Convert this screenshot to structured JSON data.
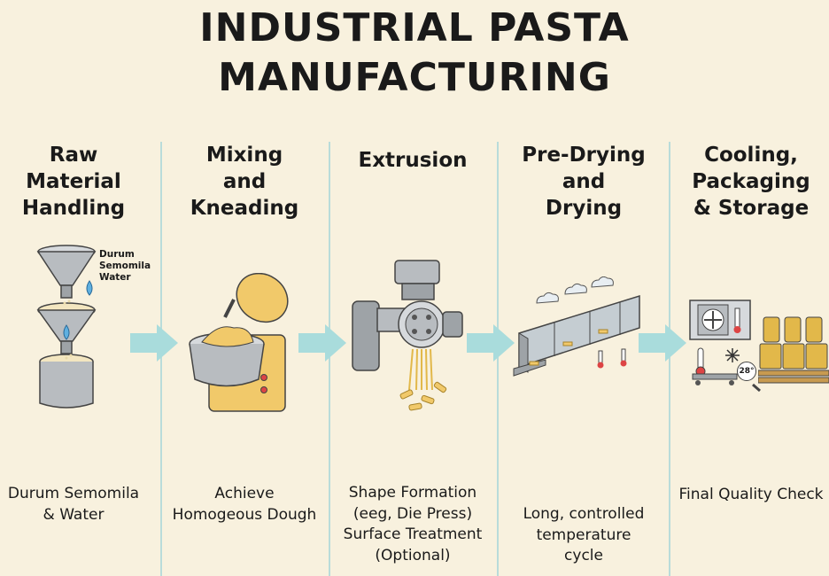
{
  "title": [
    "INDUSTRIAL PASTA",
    "MANUFACTURING"
  ],
  "stages": [
    {
      "title": [
        "Raw Material",
        "Handling"
      ],
      "illustration_labels": [
        "Durum",
        "Semomila",
        "Water"
      ],
      "description": [
        "Durum Semomila",
        "& Water"
      ]
    },
    {
      "title": [
        "Mixing",
        "and",
        "Kneading"
      ],
      "description": [
        "Achieve",
        "Homogeous Dough"
      ]
    },
    {
      "title": [
        "Extrusion"
      ],
      "description": [
        "Shape Formation",
        "(eeg, Die Press)",
        "Surface Treatment",
        "(Optional)"
      ]
    },
    {
      "title": [
        "Pre-Drying",
        "and",
        "Drying"
      ],
      "description": [
        "Long, controlled",
        "temperature",
        "cycle"
      ]
    },
    {
      "title": [
        "Cooling,",
        "Packaging",
        "& Storage"
      ],
      "illustration_labels": [
        "28°"
      ],
      "description": [
        "Final Quality Check"
      ]
    }
  ],
  "colors": {
    "background": "#f8f1de",
    "divider": "#b9dcda",
    "arrow": "#a9dcdc",
    "machine_yellow": "#f1c96a",
    "metal": "#b8bcc0"
  },
  "icons": [
    "funnel-icon",
    "water-drop-icon",
    "mixer-icon",
    "extruder-icon",
    "dryer-icon",
    "fan-icon",
    "thermometer-icon",
    "snowflake-icon",
    "magnifier-icon",
    "pallet-icon"
  ]
}
